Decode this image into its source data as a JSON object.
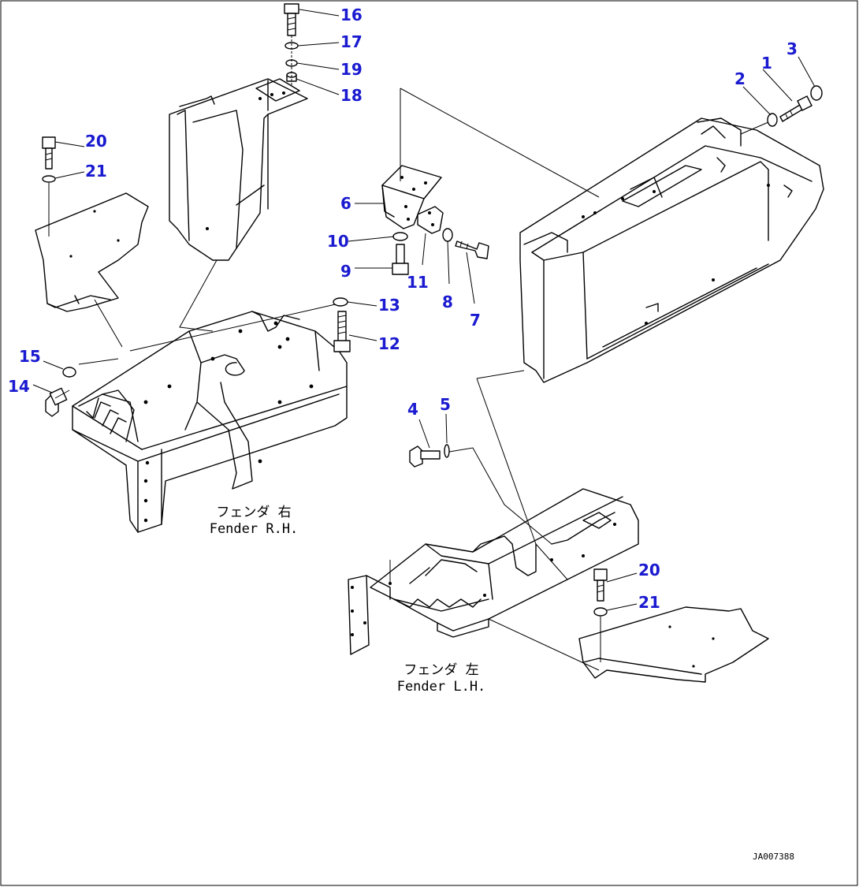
{
  "diagram": {
    "callouts": [
      {
        "id": "c1",
        "label": "1"
      },
      {
        "id": "c2",
        "label": "2"
      },
      {
        "id": "c3",
        "label": "3"
      },
      {
        "id": "c4",
        "label": "4"
      },
      {
        "id": "c5",
        "label": "5"
      },
      {
        "id": "c6",
        "label": "6"
      },
      {
        "id": "c7",
        "label": "7"
      },
      {
        "id": "c8",
        "label": "8"
      },
      {
        "id": "c9",
        "label": "9"
      },
      {
        "id": "c10",
        "label": "10"
      },
      {
        "id": "c11",
        "label": "11"
      },
      {
        "id": "c12",
        "label": "12"
      },
      {
        "id": "c13",
        "label": "13"
      },
      {
        "id": "c14",
        "label": "14"
      },
      {
        "id": "c15",
        "label": "15"
      },
      {
        "id": "c16",
        "label": "16"
      },
      {
        "id": "c17",
        "label": "17"
      },
      {
        "id": "c18",
        "label": "18"
      },
      {
        "id": "c19",
        "label": "19"
      },
      {
        "id": "c20a",
        "label": "20"
      },
      {
        "id": "c21a",
        "label": "21"
      },
      {
        "id": "c20b",
        "label": "20"
      },
      {
        "id": "c21b",
        "label": "21"
      }
    ],
    "captions": {
      "fender_rh_jp": "フェンダ 右",
      "fender_rh_en": "Fender R.H.",
      "fender_lh_jp": "フェンダ 左",
      "fender_lh_en": "Fender L.H."
    },
    "drawing_code": "JA007388",
    "callout_color": "#1a1ad0"
  }
}
